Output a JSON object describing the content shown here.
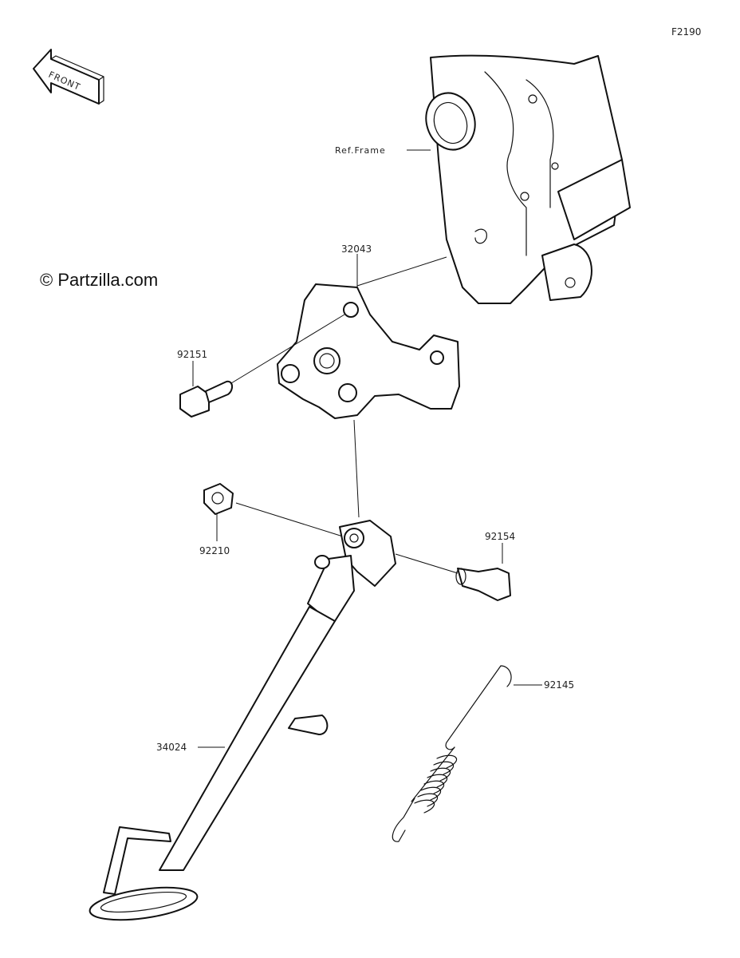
{
  "diagram_id": "F2190",
  "watermark": "© Partzilla.com",
  "front_arrow_label": "FRONT",
  "labels": {
    "ref_frame": "Ref.Frame",
    "bracket": "32043",
    "bolt": "92151",
    "nut": "92210",
    "pivot_bolt": "92154",
    "spring": "92145",
    "side_stand": "34024"
  }
}
